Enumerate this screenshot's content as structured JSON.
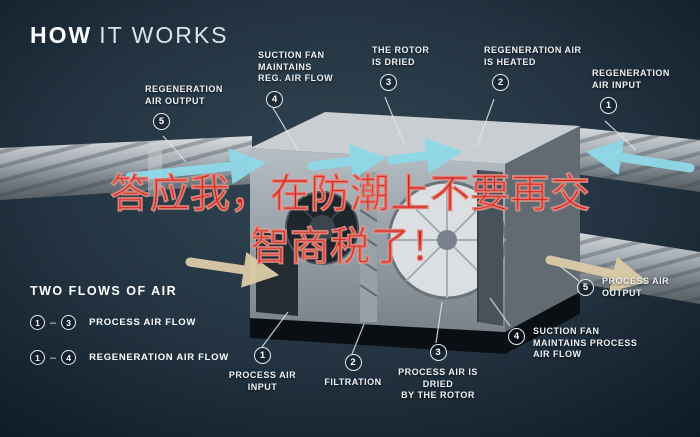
{
  "page": {
    "title_bold": "HOW",
    "title_light": "IT WORKS"
  },
  "overlay": {
    "line1": "答应我，在防潮上不要再交",
    "line2": "智商税了！"
  },
  "callouts": [
    {
      "num": "5",
      "label": "REGENERATION\nAIR OUTPUT"
    },
    {
      "num": "4",
      "label": "SUCTION FAN\nMAINTAINS\nREG. AIR FLOW"
    },
    {
      "num": "3",
      "label": "THE ROTOR\nIS DRIED"
    },
    {
      "num": "2",
      "label": "REGENERATION AIR\nIS HEATED"
    },
    {
      "num": "1",
      "label": "REGENERATION\nAIR INPUT"
    },
    {
      "num": "1",
      "label": "PROCESS AIR\nINPUT"
    },
    {
      "num": "2",
      "label": "FILTRATION"
    },
    {
      "num": "3",
      "label": "PROCESS AIR IS DRIED\nBY THE ROTOR"
    },
    {
      "num": "4",
      "label": "SUCTION FAN\nMAINTAINS PROCESS\nAIR FLOW"
    },
    {
      "num": "5",
      "label": "PROCESS AIR\nOUTPUT"
    }
  ],
  "legend": {
    "title": "TWO FLOWS OF AIR",
    "rows": [
      {
        "from": "1",
        "dash": "–",
        "to": "3",
        "label": "PROCESS AIR FLOW"
      },
      {
        "from": "1",
        "dash": "–",
        "to": "4",
        "label": "REGENERATION AIR FLOW"
      }
    ]
  },
  "colors": {
    "background": "#1c2b36",
    "regeneration_air_arrow": "#8fd9e9",
    "process_air_arrow": "#dccca7",
    "overlay_text": "#d0211b",
    "label_text": "#eef2f4"
  }
}
